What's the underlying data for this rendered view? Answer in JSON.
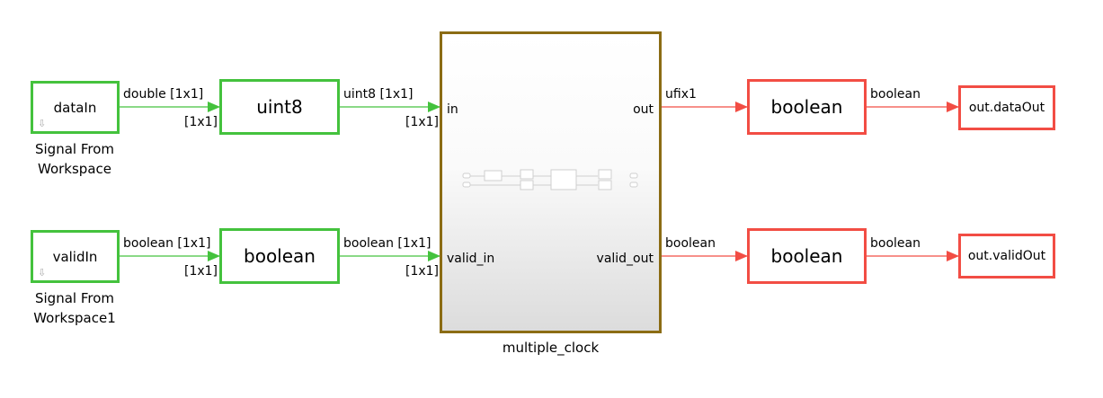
{
  "colors": {
    "source_wire": "#44c23d",
    "sink_wire": "#f24d44",
    "subsystem_border": "#8b6c14"
  },
  "blocks": {
    "data_in": {
      "text": "dataIn",
      "label_line1": "Signal From",
      "label_line2": "Workspace"
    },
    "valid_in": {
      "text": "validIn",
      "label_line1": "Signal From",
      "label_line2": "Workspace1"
    },
    "conv_uint8": {
      "text": "uint8"
    },
    "conv_boolean_in": {
      "text": "boolean"
    },
    "subsystem": {
      "name": "multiple_clock",
      "port_in": "in",
      "port_valid_in": "valid_in",
      "port_out": "out",
      "port_valid_out": "valid_out"
    },
    "conv_boolean_out1": {
      "text": "boolean"
    },
    "conv_boolean_out2": {
      "text": "boolean"
    },
    "sink_data": {
      "text": "out.dataOut"
    },
    "sink_valid": {
      "text": "out.validOut"
    }
  },
  "wires": {
    "w1": {
      "type": "double [1x1]",
      "dim": "[1x1]"
    },
    "w2": {
      "type": "uint8 [1x1]",
      "dim": "[1x1]"
    },
    "w3": {
      "type": "boolean [1x1]",
      "dim": "[1x1]"
    },
    "w4": {
      "type": "boolean [1x1]",
      "dim": "[1x1]"
    },
    "w5": {
      "type": "ufix1"
    },
    "w6": {
      "type": "boolean"
    },
    "w7": {
      "type": "boolean"
    },
    "w8": {
      "type": "boolean"
    }
  }
}
